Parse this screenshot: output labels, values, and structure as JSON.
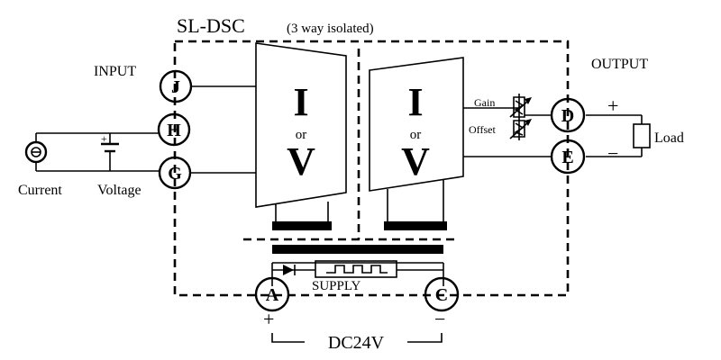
{
  "title": "SL-DSC",
  "subtitle": "(3 way isolated)",
  "input_label": "INPUT",
  "output_label": "OUTPUT",
  "converter_in": {
    "top": "I",
    "mid": "or",
    "bottom": "V"
  },
  "converter_out": {
    "top": "I",
    "mid": "or",
    "bottom": "V"
  },
  "terminals": {
    "J": "J",
    "H": "H",
    "G": "G",
    "D": "D",
    "E": "E",
    "A": "A",
    "C": "C"
  },
  "gain_label": "Gain",
  "offset_label": "Offset",
  "current_label": "Current",
  "voltage_label": "Voltage",
  "load_label": "Load",
  "supply_label": "SUPPLY",
  "dc_label": "DC24V",
  "plus": "+",
  "minus": "−"
}
